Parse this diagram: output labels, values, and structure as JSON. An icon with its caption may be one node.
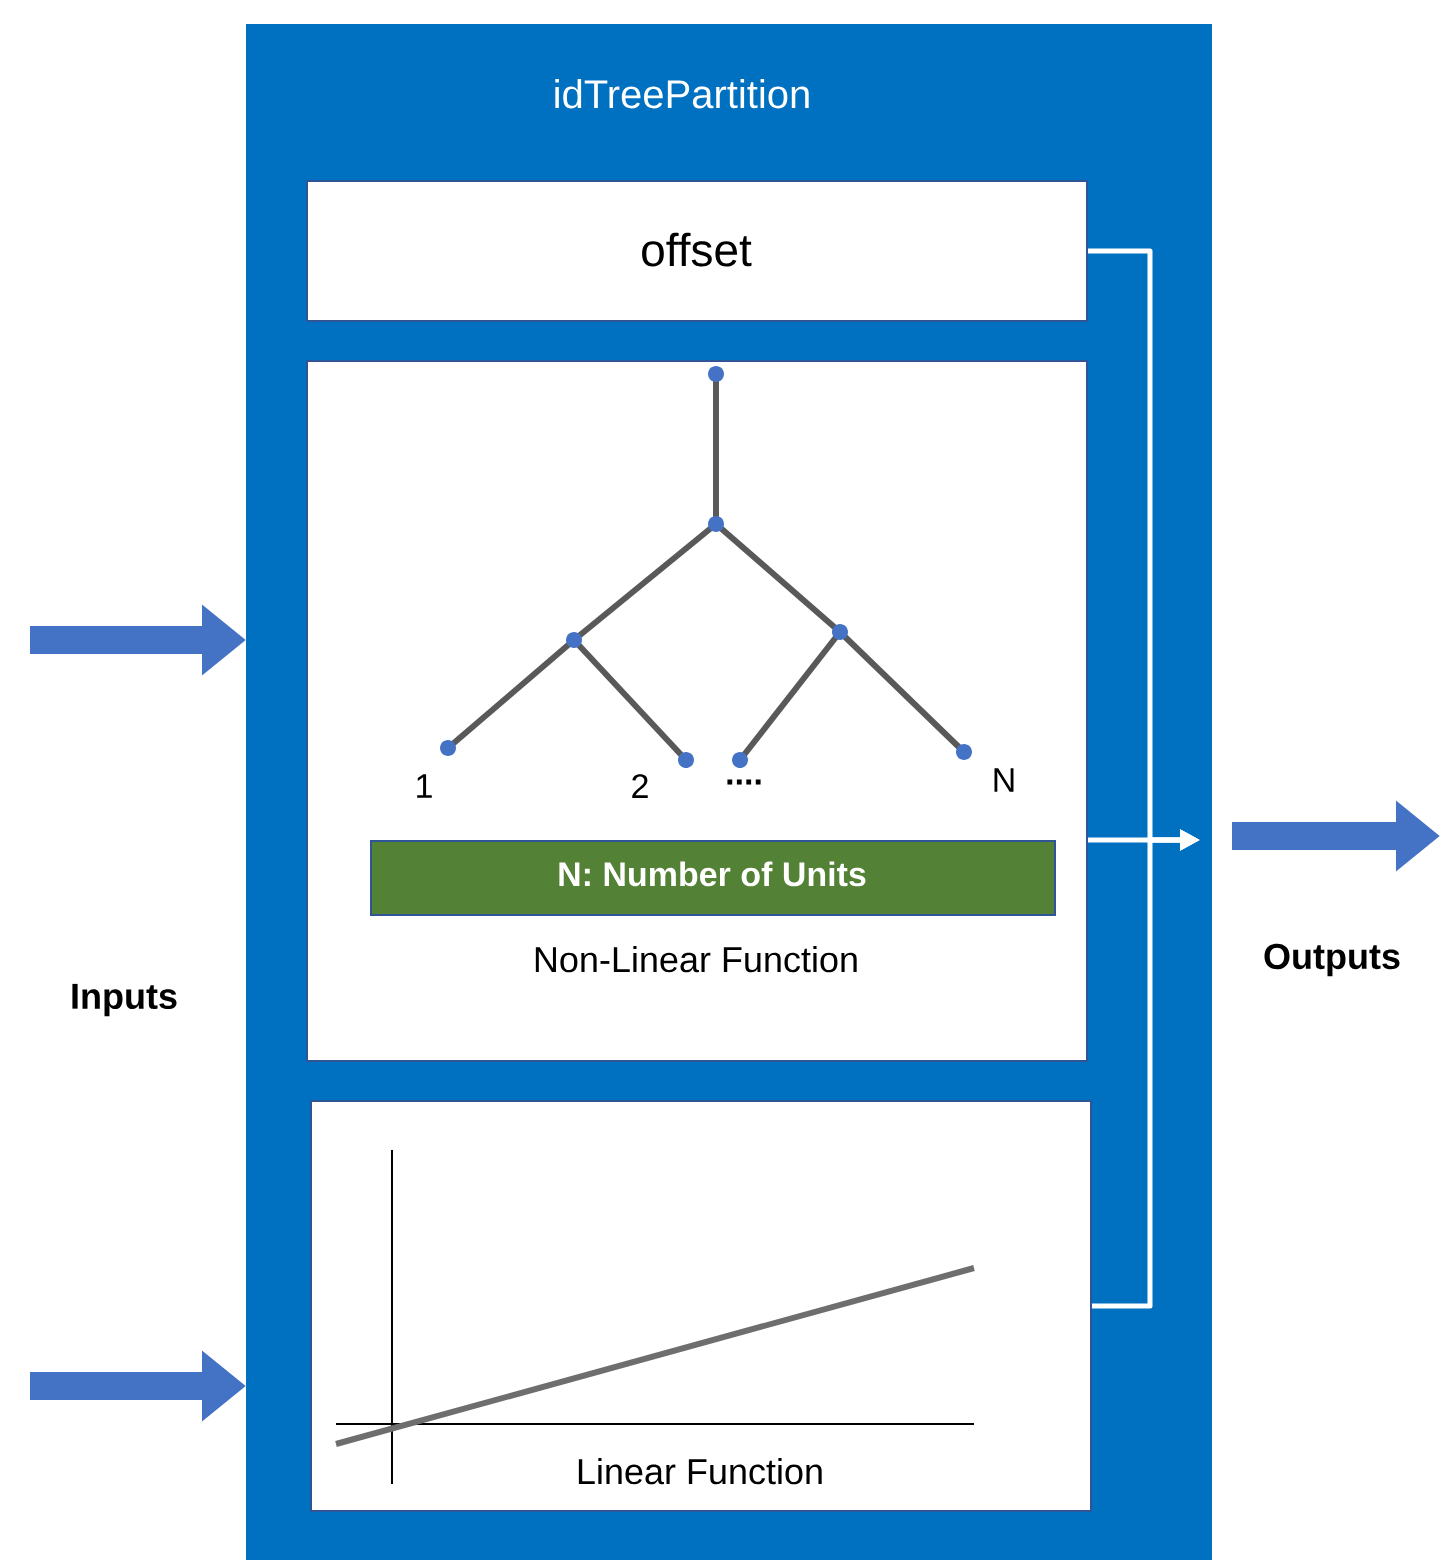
{
  "diagram": {
    "nodes": [
      {
        "text": [
          "idTreePartition"
        ]
      },
      {
        "text": [
          "offset"
        ],
        "in": 0
      },
      {
        "text": [
          "Non-Linear Function"
        ],
        "in": 0
      },
      {
        "text": [
          "N: Number of Units"
        ],
        "in": 2
      },
      {
        "text": [
          "Linear Function"
        ],
        "in": 0
      }
    ],
    "edges": [
      {
        "from": null,
        "to": 0,
        "arrow": "to",
        "style": "thick",
        "color": "#4472c4"
      },
      {
        "from": null,
        "to": 0,
        "arrow": "to",
        "style": "thick",
        "color": "#4472c4"
      },
      {
        "from": 0,
        "to": null,
        "arrow": "to",
        "style": "thick",
        "color": "#4472c4"
      },
      {
        "from": 1,
        "to": null,
        "arrow": "to",
        "color": "#ffffff"
      },
      {
        "from": 2,
        "to": null,
        "arrow": "to",
        "color": "#ffffff"
      },
      {
        "from": 4,
        "to": null,
        "arrow": "to",
        "color": "#ffffff"
      }
    ],
    "labels": [
      "1",
      "2",
      "....",
      "N",
      "Inputs",
      "Outputs"
    ]
  }
}
